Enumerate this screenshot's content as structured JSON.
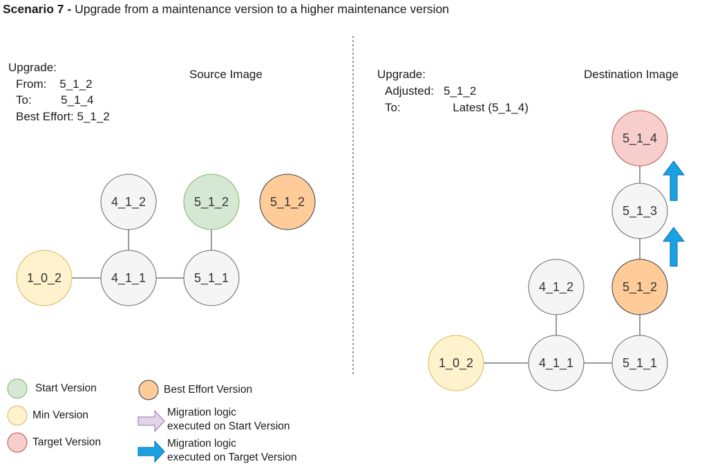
{
  "title": {
    "bold": "Scenario 7 -",
    "rest": " Upgrade from a maintenance version to a higher maintenance version"
  },
  "source": {
    "heading": "Source Image",
    "upgrade_label": "Upgrade:",
    "from_line": "From:    5_1_2",
    "to_line": "To:         5_1_4",
    "best_effort_line": "Best Effort: 5_1_2",
    "nodes": {
      "n102": "1_0_2",
      "n411": "4_1_1",
      "n412": "4_1_2",
      "n511": "5_1_1",
      "n512_start": "5_1_2",
      "n512_best": "5_1_2"
    }
  },
  "destination": {
    "heading": "Destination Image",
    "upgrade_label": "Upgrade:",
    "adjusted_line": "Adjusted:   5_1_2",
    "to_line": "To:                Latest (5_1_4)",
    "nodes": {
      "n102": "1_0_2",
      "n411": "4_1_1",
      "n412": "4_1_2",
      "n511": "5_1_1",
      "n512": "5_1_2",
      "n513": "5_1_3",
      "n514": "5_1_4"
    }
  },
  "legend": {
    "start_version": "Start Version",
    "min_version": "Min Version",
    "target_version": "Target Version",
    "best_effort_version": "Best Effort Version",
    "migration_start_line1": "Migration logic",
    "migration_start_line2": "executed on Start Version",
    "migration_target_line1": "Migration logic",
    "migration_target_line2": "executed on Target Version"
  },
  "colors": {
    "start_fill": "#d5e8d4",
    "start_stroke": "#82b366",
    "min_fill": "#fff2cc",
    "min_stroke": "#d6b656",
    "target_fill": "#f8cecc",
    "target_stroke": "#b85450",
    "best_fill": "#ffcc99",
    "best_stroke": "#36393d",
    "neutral_fill": "#f5f5f5",
    "neutral_stroke": "#666666",
    "arrow_start_fill": "#e1d5e7",
    "arrow_start_stroke": "#9673a6",
    "arrow_target_fill": "#1ba1e2",
    "arrow_target_stroke": "#006eaf"
  }
}
